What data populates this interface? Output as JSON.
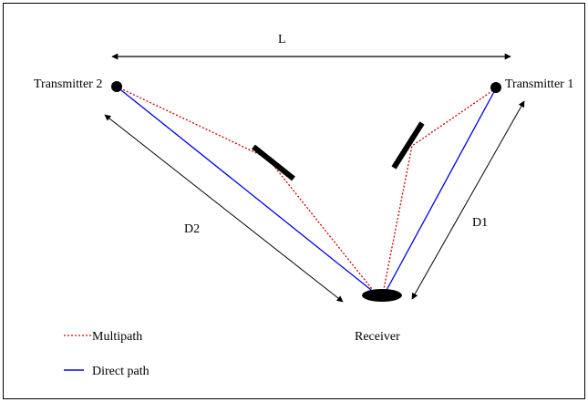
{
  "diagram": {
    "labels": {
      "distance_between_transmitters": "L",
      "transmitter_2": "Transmitter 2",
      "transmitter_1": "Transmitter 1",
      "distance_2": "D2",
      "distance_1": "D1",
      "receiver": "Receiver"
    },
    "legend": {
      "multipath": "Multipath",
      "direct_path": "Direct path"
    },
    "colors": {
      "multipath": "#cc0000",
      "direct_path": "#0000ee",
      "arrows": "#000000",
      "nodes": "#000000",
      "border": "#000000"
    }
  }
}
